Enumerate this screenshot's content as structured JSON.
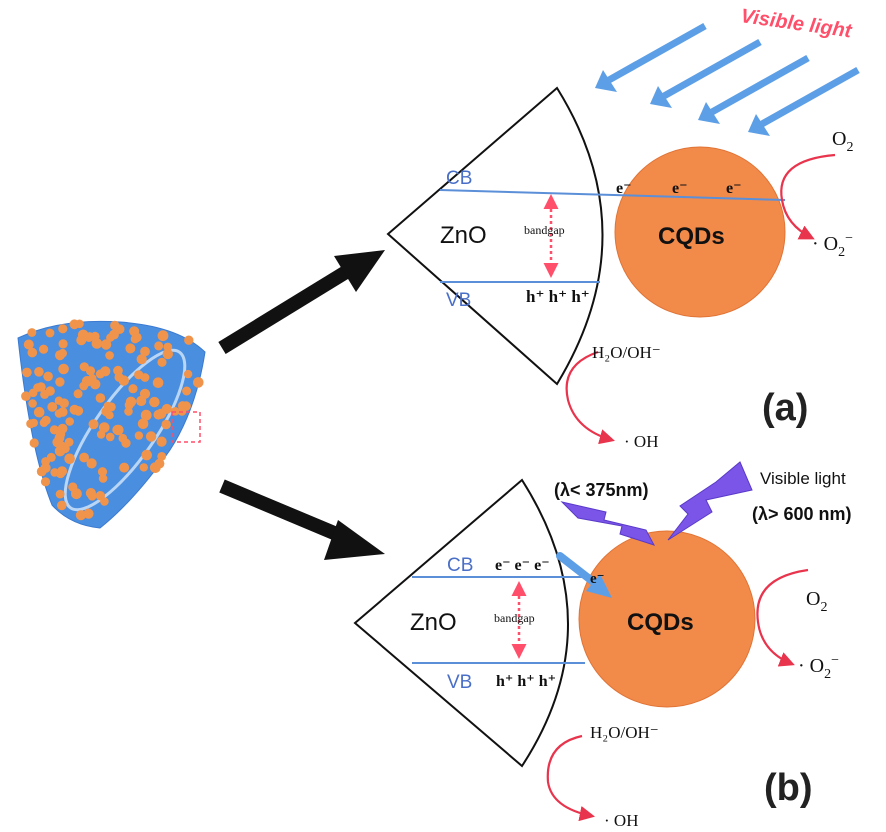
{
  "colors": {
    "band_line": "#5b8fd8",
    "band_label": "#4a6fc8",
    "cqd_fill": "#f28a4a",
    "cqd_outline": "#e07436",
    "np_body": "#4a8ee0",
    "np_dot": "#f0944c",
    "visible_light_text": "#ff4f6a",
    "light_arrow": "#5d9fe6",
    "curve_arrow": "#e8344c",
    "bandgap_arrow": "#ff4f6a",
    "uv_bolt": "#7a55e8",
    "black_arrow": "#111111"
  },
  "panel_a": {
    "tag": "(a)",
    "light_label": "Visible light",
    "cb": "CB",
    "vb": "VB",
    "zno": "ZnO",
    "bandgap": "bandgap",
    "holes": "h⁺ h⁺ h⁺",
    "cqd": "CQDs",
    "electron": "e⁻",
    "oxygen": "O",
    "oxygen_sub": "2",
    "superoxide": "· O",
    "superoxide_sub": "2",
    "superoxide_sup": "−",
    "water": "H₂O/OH⁻",
    "hydroxyl": "· OH"
  },
  "panel_b": {
    "tag": "(b)",
    "uv_label": "(λ< 375nm)",
    "visible_label": "Visible light",
    "visible_range": "(λ> 600 nm)",
    "cb": "CB",
    "vb": "VB",
    "zno": "ZnO",
    "bandgap": "bandgap",
    "electrons": "e⁻  e⁻  e⁻",
    "transfer_electron": "e⁻",
    "holes": "h⁺ h⁺ h⁺",
    "cqd": "CQDs",
    "oxygen": "O",
    "oxygen_sub": "2",
    "superoxide": "· O",
    "superoxide_sub": "2",
    "superoxide_sup": "−",
    "water": "H₂O/OH⁻",
    "hydroxyl": "· OH"
  }
}
